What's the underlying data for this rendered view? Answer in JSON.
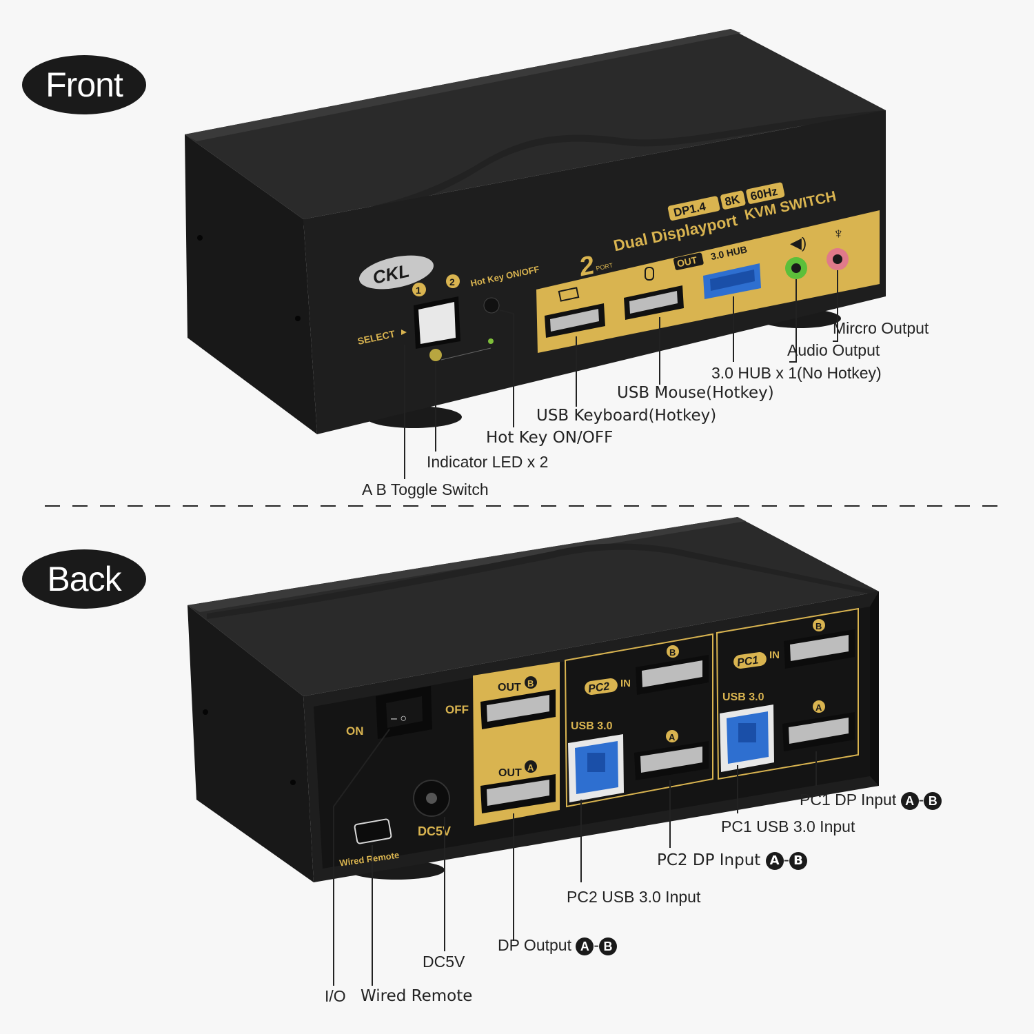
{
  "sections": {
    "front_label": "Front",
    "back_label": "Back"
  },
  "colors": {
    "body": "#1c1c1c",
    "panel_gold": "#d9b450",
    "usb3_blue": "#2e6fd0",
    "audio_green": "#5cbf3a",
    "mic_pink": "#e07a8a"
  },
  "front_device": {
    "brand": "CKL",
    "product_line1": "DP1.4",
    "product_line1b": "8K",
    "product_line1c": "60Hz",
    "product_line2": "KVM SWITCH",
    "product_name": "Dual Displayport",
    "port_count": "2",
    "port_word": "PORT",
    "select_label": "SELECT",
    "num1": "1",
    "num2": "2",
    "hotkey_label": "Hot Key ON/OFF",
    "out_label": "OUT",
    "hub_label": "3.0 HUB"
  },
  "front_callouts": {
    "micro_output": "Mircro Output",
    "audio_output": "Audio Output",
    "hub": "3.0 HUB x 1(No Hotkey)",
    "mouse": "USB Mouse(Hotkey)",
    "keyboard": "USB Keyboard(Hotkey)",
    "hotkey": "Hot Key ON/OFF",
    "indicator": "Indicator LED x 2",
    "toggle": "A B Toggle Switch"
  },
  "back_device": {
    "on": "ON",
    "off": "OFF",
    "wired_remote": "Wired Remote",
    "dc5v": "DC5V",
    "out_b": "OUT",
    "out_a": "OUT",
    "pc2_in": "PC2",
    "pc1_in": "PC1",
    "in": "IN",
    "usb30_a": "USB 3.0",
    "usb30_b": "USB 3.0",
    "letter_a": "A",
    "letter_b": "B"
  },
  "back_callouts": {
    "pc1_dp": "PC1 DP Input",
    "pc1_usb": "PC1 USB 3.0 Input",
    "pc2_dp": "PC2 DP Input",
    "pc2_usb": "PC2 USB 3.0 Input",
    "dp_output": "DP Output",
    "dc5v": "DC5V",
    "io": "I/O",
    "wired_remote": "Wired Remote",
    "range_a": "A",
    "range_dash": "-",
    "range_b": "B"
  }
}
